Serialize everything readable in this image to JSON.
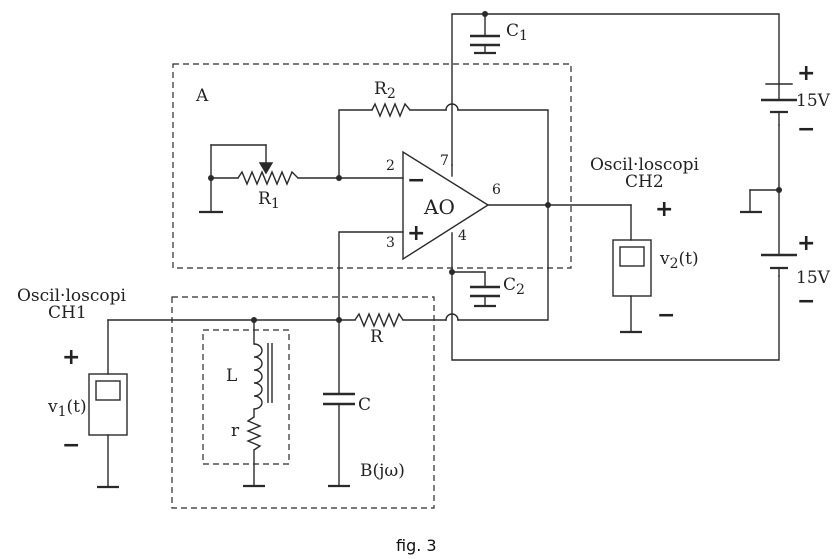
{
  "caption": "fig. 3",
  "blocks": {
    "a": "A",
    "b": "B(jω)"
  },
  "opamp": {
    "name": "AO",
    "pin_inv": "2",
    "pin_noninv": "3",
    "pin_vplus": "7",
    "pin_vminus": "4",
    "pin_out": "6",
    "sign_inv": "−",
    "sign_noninv": "+"
  },
  "components": {
    "r1": {
      "name": "R",
      "sub": "1"
    },
    "r2": {
      "name": "R",
      "sub": "2"
    },
    "c1": {
      "name": "C",
      "sub": "1"
    },
    "c2": {
      "name": "C",
      "sub": "2"
    },
    "r": "R",
    "c": "C",
    "l": "L",
    "r_small": "r"
  },
  "supplies": [
    {
      "label": "15V",
      "plus": "+",
      "minus": "−"
    },
    {
      "label": "15V",
      "plus": "+",
      "minus": "−"
    }
  ],
  "scope_ch1": {
    "title_line1": "Oscil·loscopi",
    "title_line2": "CH1",
    "plus": "+",
    "minus": "−",
    "sig": "v",
    "sig_sub": "1",
    "sig_arg": "(t)"
  },
  "scope_ch2": {
    "title_line1": "Oscil·loscopi",
    "title_line2": "CH2",
    "plus": "+",
    "minus": "−",
    "sig": "v",
    "sig_sub": "2",
    "sig_arg": "(t)"
  },
  "icons": [
    "op-amp",
    "resistor",
    "potentiometer",
    "capacitor",
    "inductor",
    "battery",
    "ground",
    "oscilloscope"
  ]
}
